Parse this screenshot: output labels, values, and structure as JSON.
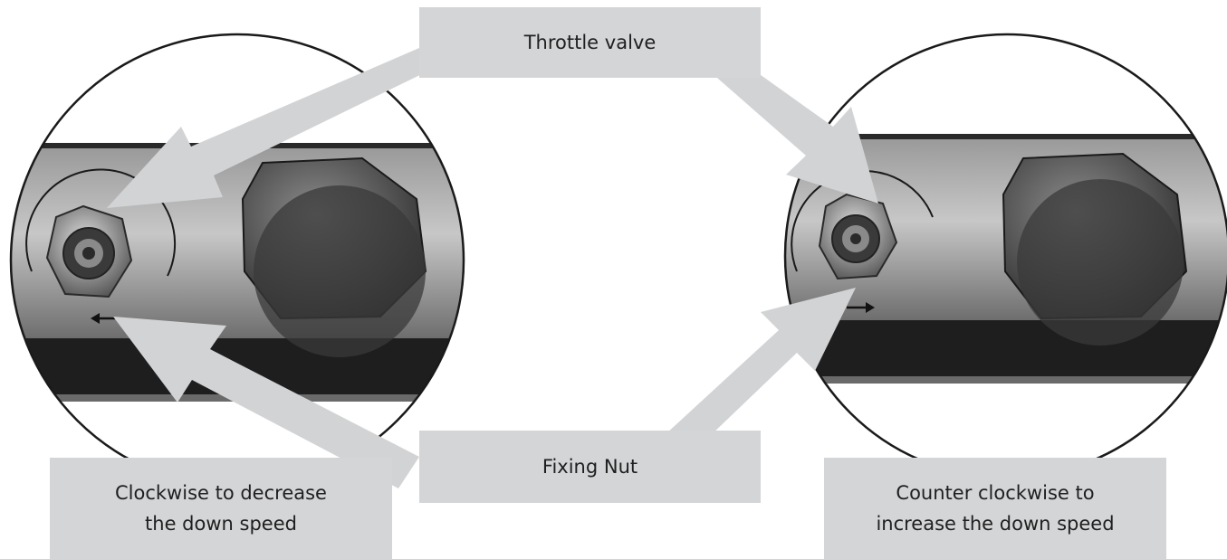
{
  "labels": {
    "throttle_valve": "Throttle valve",
    "fixing_nut": "Fixing Nut",
    "clockwise": "Clockwise to decrease\nthe down speed",
    "counter_clockwise": "Counter clockwise to\nincrease the down speed"
  },
  "colors": {
    "label_box": "#d4d5d7",
    "arrow": "#d2d3d5",
    "text": "#1f1f1f",
    "circle_outline": "#1a1a1a"
  },
  "icons": {
    "rotation_left": "arrow-left-icon",
    "rotation_right": "arrow-right-icon"
  }
}
